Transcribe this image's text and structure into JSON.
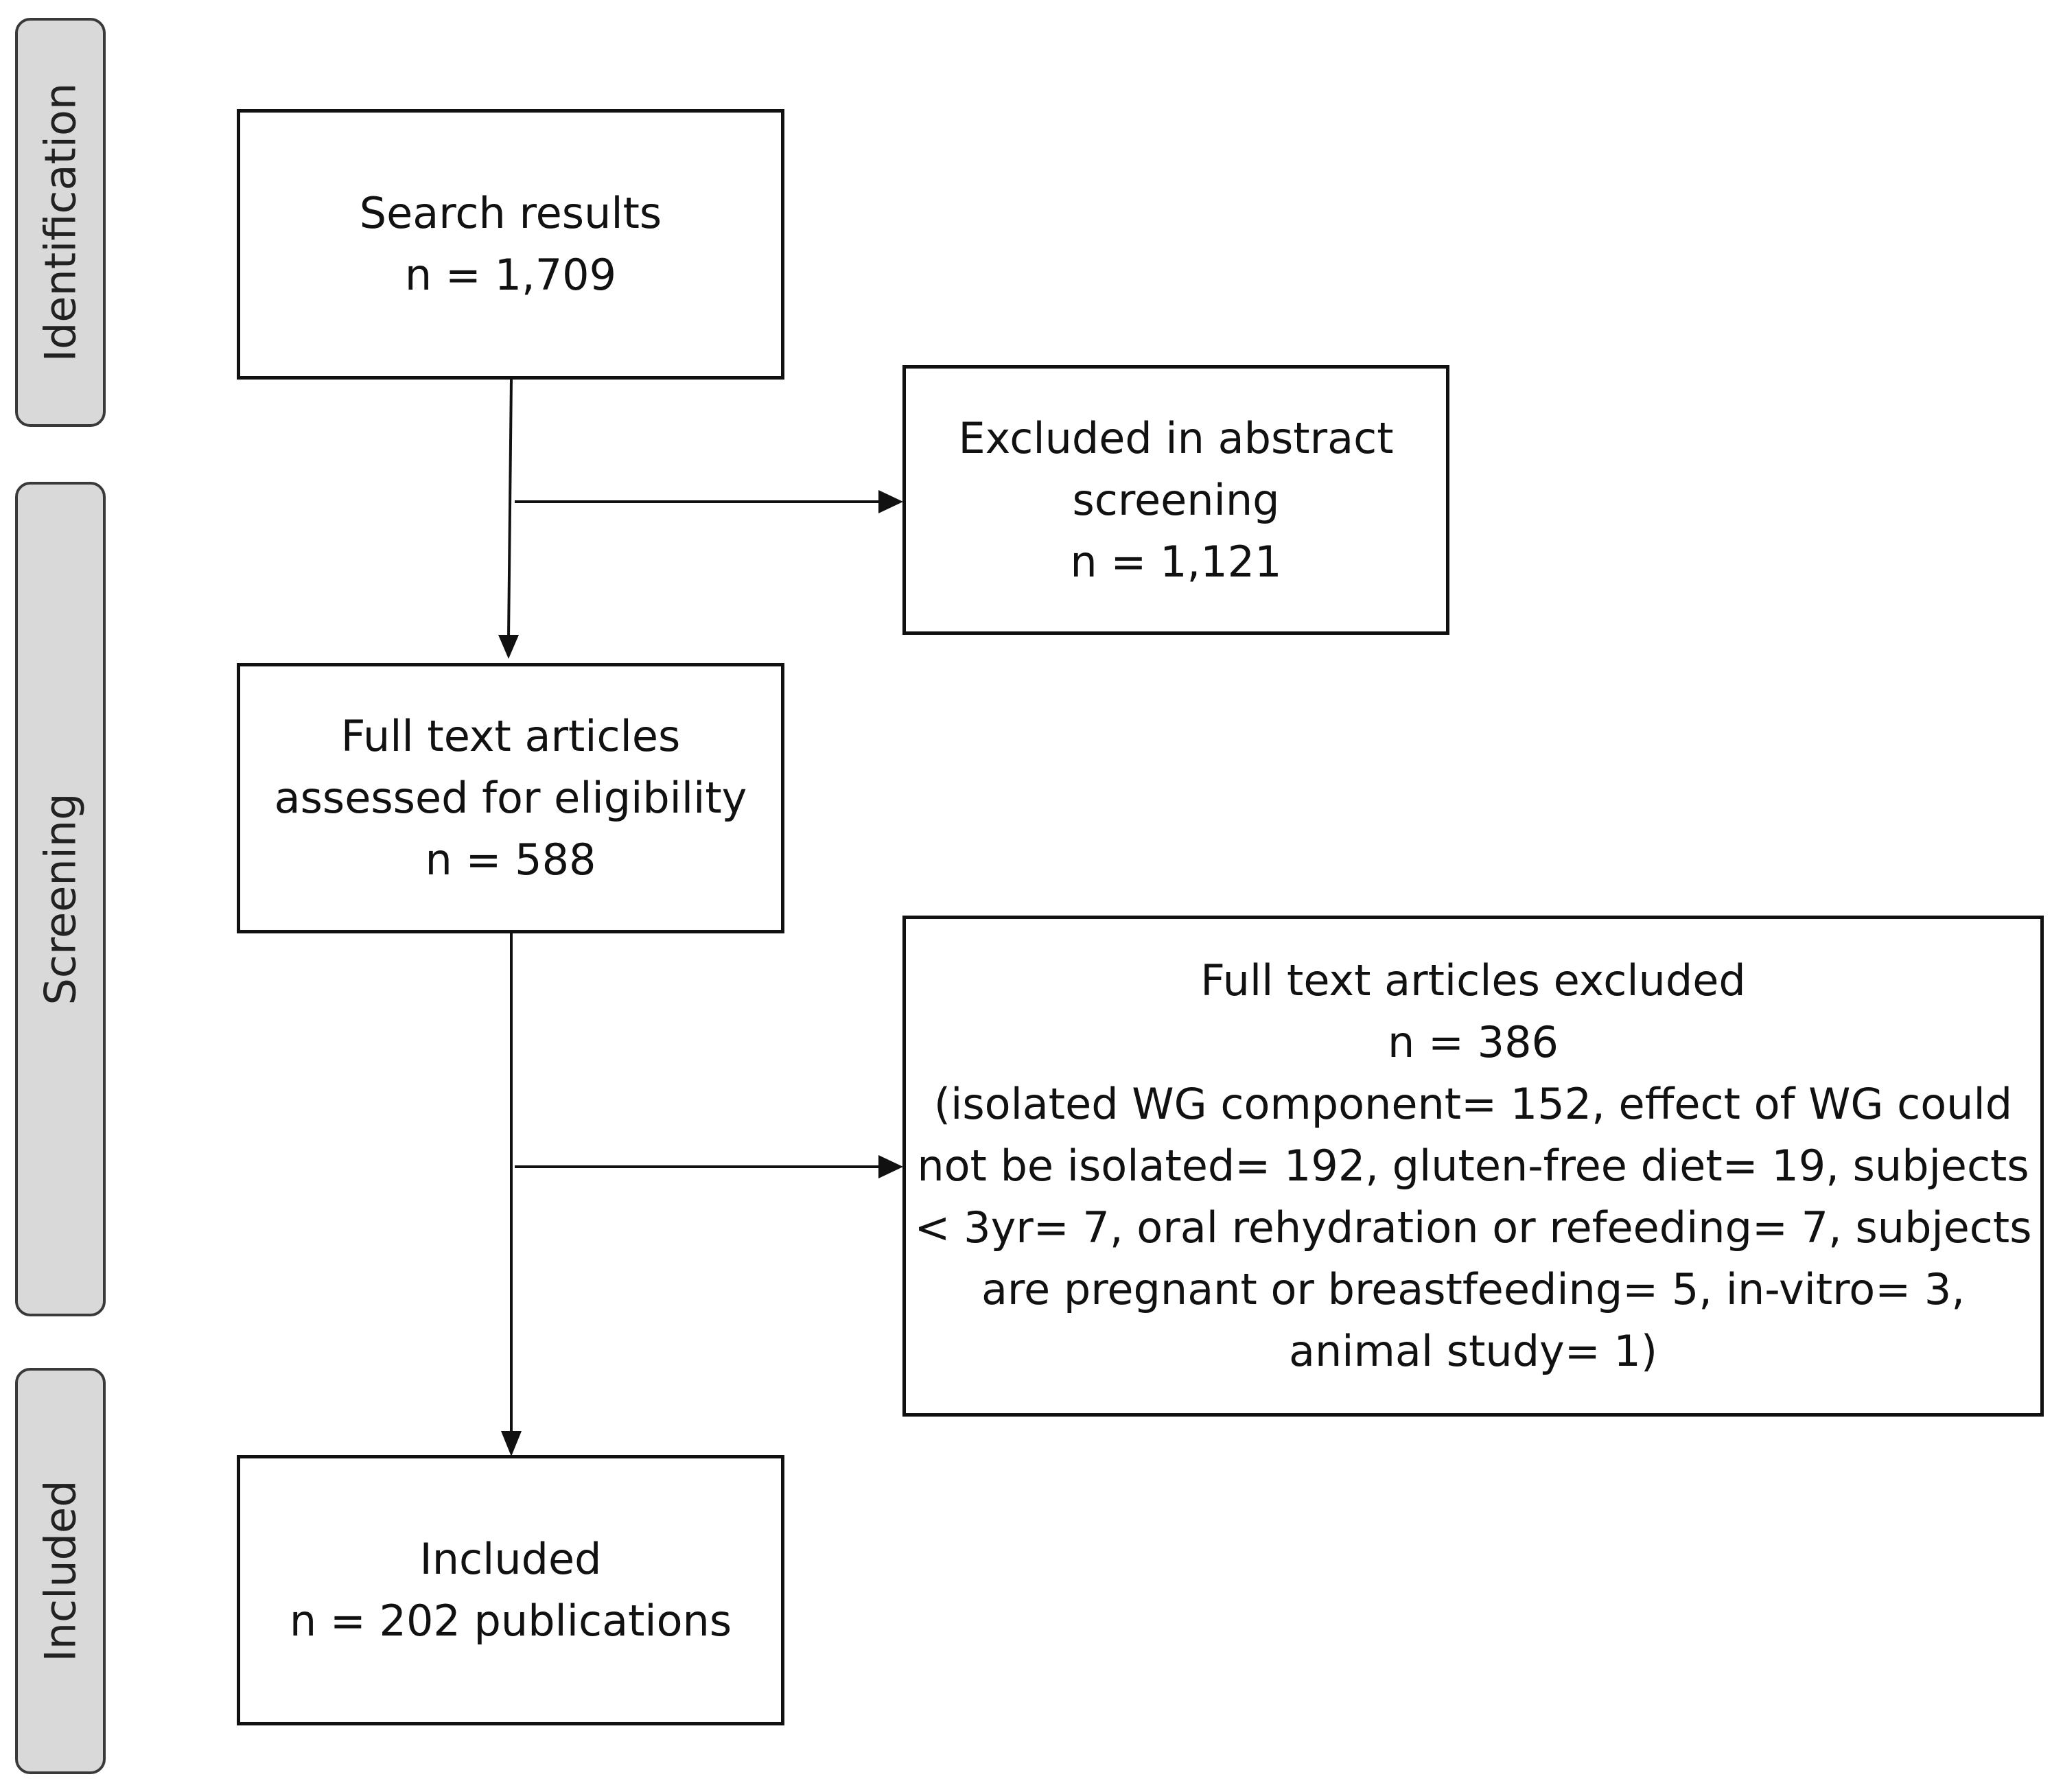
{
  "stages": {
    "identification": "Identification",
    "screening": "Screening",
    "included": "Included"
  },
  "boxes": {
    "search": {
      "line1": "Search results",
      "line2": "n = 1,709"
    },
    "excluded_abstract": {
      "line1": "Excluded in abstract",
      "line2": "screening",
      "line3": "n = 1,121"
    },
    "full_text": {
      "line1": "Full text articles",
      "line2": "assessed for eligibility",
      "line3": "n = 588"
    },
    "full_text_excluded": {
      "line1": "Full text articles excluded",
      "line2": "n = 386",
      "line3": "(isolated WG component= 152, effect of WG could",
      "line4": "not be isolated= 192, gluten-free diet= 19, subjects",
      "line5": "< 3yr= 7, oral rehydration or refeeding= 7, subjects",
      "line6": "are pregnant or breastfeeding= 5, in-vitro= 3,",
      "line7": "animal study= 1)"
    },
    "included": {
      "line1": "Included",
      "line2": "n = 202 publications"
    }
  }
}
